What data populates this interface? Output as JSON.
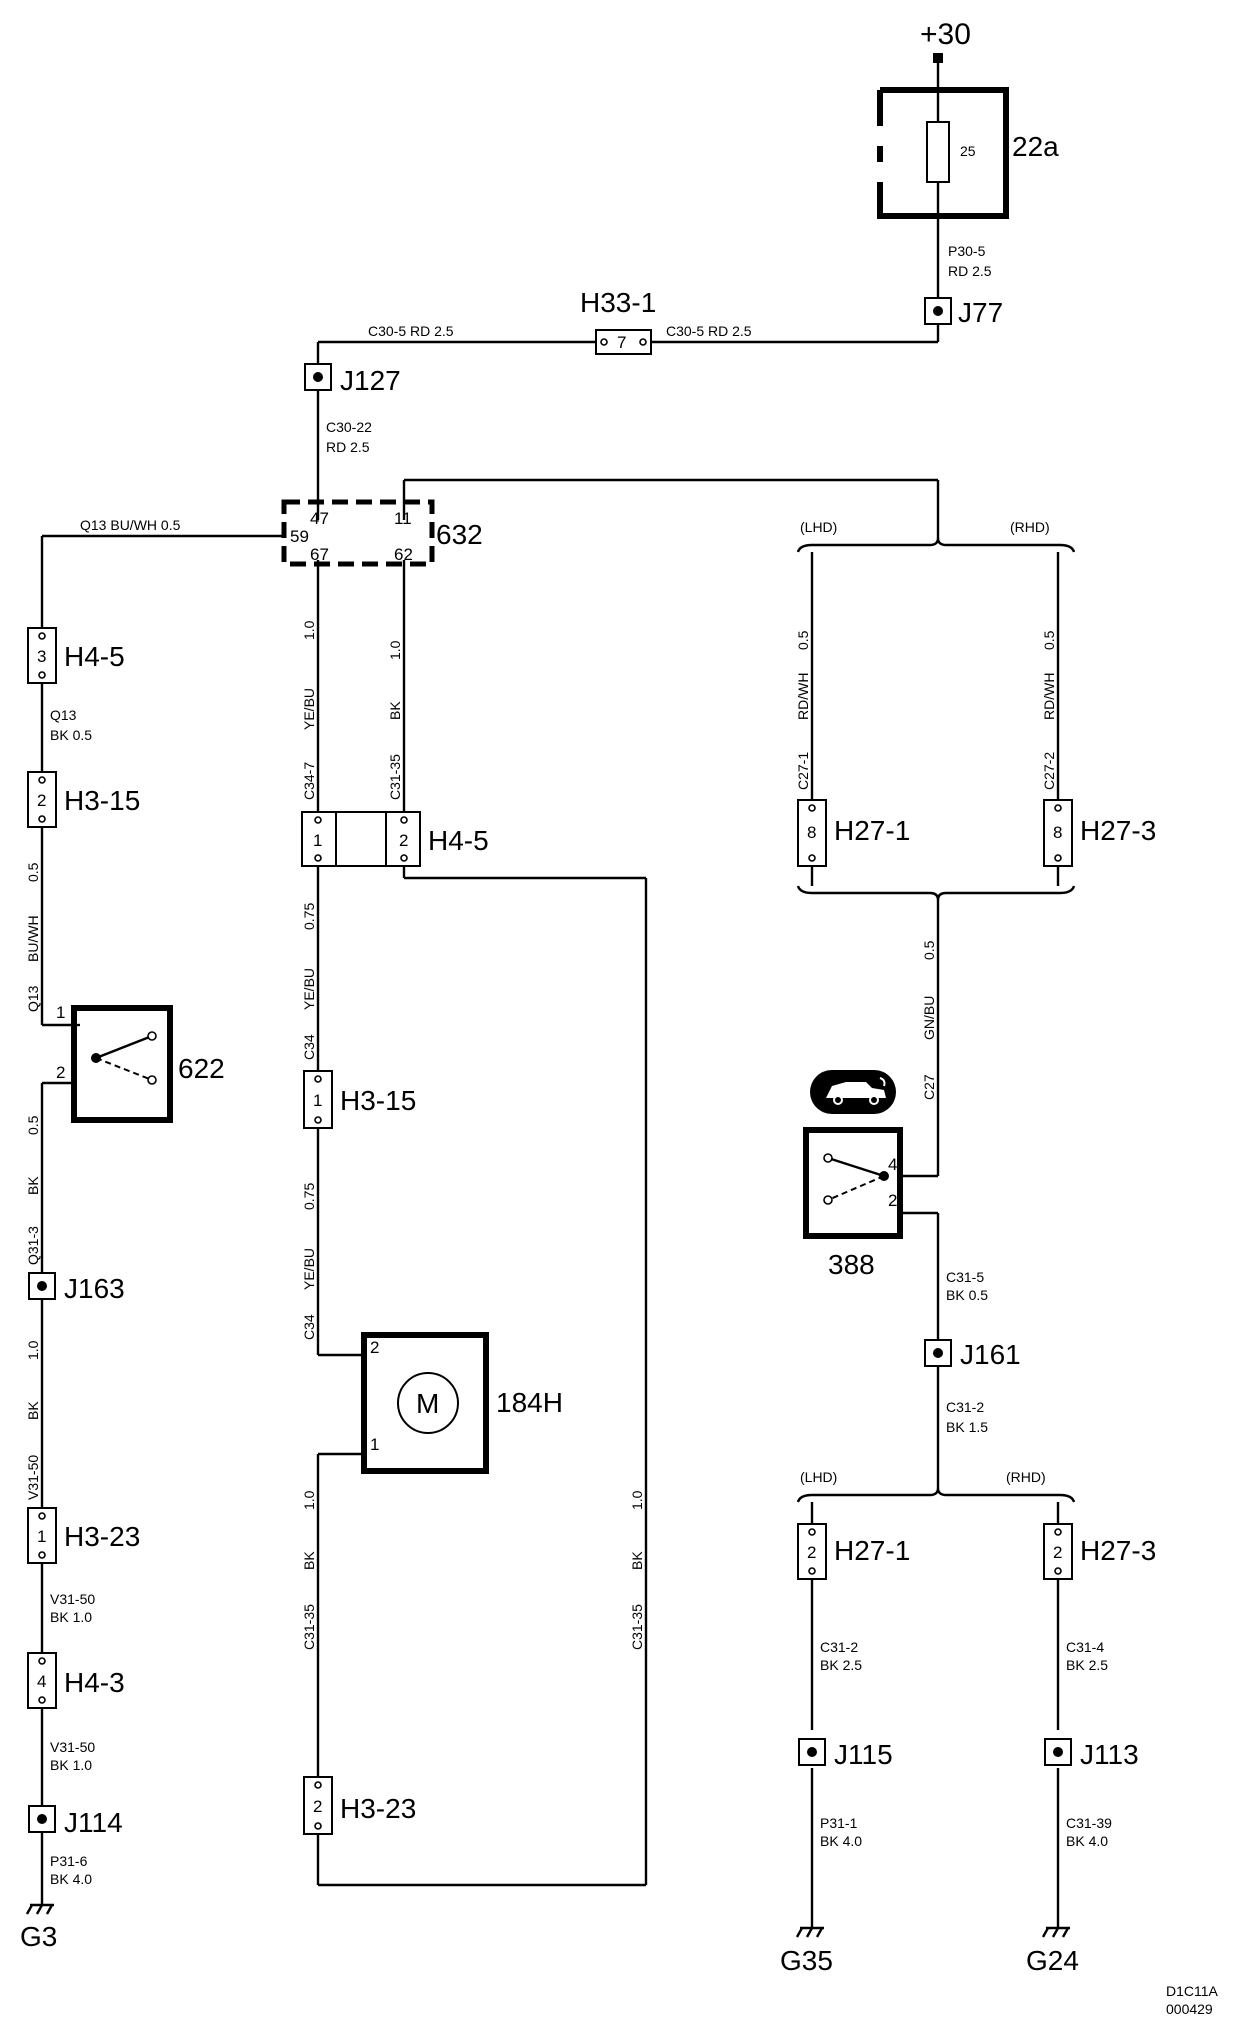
{
  "supply": "+30",
  "fuse": {
    "id": "22a",
    "rating": "25"
  },
  "junctions": {
    "j77": "J77",
    "j127": "J127",
    "j163": "J163",
    "j114": "J114",
    "j161": "J161",
    "j115": "J115",
    "j113": "J113"
  },
  "components": {
    "c632": {
      "id": "632",
      "pins": {
        "p47": "47",
        "p11": "11",
        "p59": "59",
        "p67": "67",
        "p62": "62"
      }
    },
    "c622": {
      "id": "622",
      "pins": {
        "p1": "1",
        "p2": "2"
      }
    },
    "motor": {
      "id": "184H",
      "symbol": "M",
      "pins": {
        "p1": "1",
        "p2": "2"
      }
    },
    "c388": {
      "id": "388",
      "pins": {
        "p4": "4",
        "p2": "2"
      }
    }
  },
  "connectors": {
    "h33_1": {
      "id": "H33-1",
      "pin": "7"
    },
    "h4_5_left": {
      "id": "H4-5",
      "pin": "3"
    },
    "h3_15_left": {
      "id": "H3-15",
      "pin": "2"
    },
    "h4_5_mid": {
      "id": "H4-5",
      "pin1": "1",
      "pin2": "2"
    },
    "h3_15_mid": {
      "id": "H3-15",
      "pin": "1"
    },
    "h3_23_left": {
      "id": "H3-23",
      "pin": "1"
    },
    "h4_3": {
      "id": "H4-3",
      "pin": "4"
    },
    "h3_23_mid": {
      "id": "H3-23",
      "pin": "2"
    },
    "h27_1_top": {
      "id": "H27-1",
      "pin": "8"
    },
    "h27_3_top": {
      "id": "H27-3",
      "pin": "8"
    },
    "h27_1_bot": {
      "id": "H27-1",
      "pin": "2"
    },
    "h27_3_bot": {
      "id": "H27-3",
      "pin": "2"
    }
  },
  "variants": {
    "lhd": "(LHD)",
    "rhd": "(RHD)"
  },
  "wires": {
    "p30_5": {
      "code": "P30-5",
      "spec": "RD   2.5"
    },
    "c30_5_right": "C30-5     RD     2.5",
    "c30_5_left": "C30-5     RD     2.5",
    "c30_22": {
      "code": "C30-22",
      "spec": "RD   2.5"
    },
    "q13_top": "Q13     BU/WH     0.5",
    "q13_bk": {
      "code": "Q13",
      "spec": "BK     0.5"
    },
    "q13_buwh": {
      "code": "Q13",
      "color": "BU/WH",
      "size": "0.5"
    },
    "q31_3": {
      "code": "Q31-3",
      "color": "BK",
      "size": "0.5"
    },
    "v31_50_a": {
      "code": "V31-50",
      "color": "BK",
      "size": "1.0"
    },
    "v31_50_b": {
      "code": "V31-50",
      "spec": "BK    1.0"
    },
    "v31_50_c": {
      "code": "V31-50",
      "spec": "BK    1.0"
    },
    "p31_6": {
      "code": "P31-6",
      "spec": "BK    4.0"
    },
    "c34_7": {
      "code": "C34-7",
      "color": "YE/BU",
      "size": "1.0"
    },
    "c31_35_top": {
      "code": "C31-35",
      "color": "BK",
      "size": "1.0"
    },
    "c34_a": {
      "code": "C34",
      "color": "YE/BU",
      "size": "0.75"
    },
    "c34_b": {
      "code": "C34",
      "color": "YE/BU",
      "size": "0.75"
    },
    "c31_35_mid": {
      "code": "C31-35",
      "color": "BK",
      "size": "1.0"
    },
    "c31_35_right": {
      "code": "C31-35",
      "color": "BK",
      "size": "1.0"
    },
    "c27_1": {
      "code": "C27-1",
      "color": "RD/WH",
      "size": "0.5"
    },
    "c27_2": {
      "code": "C27-2",
      "color": "RD/WH",
      "size": "0.5"
    },
    "c27": {
      "code": "C27",
      "color": "GN/BU",
      "size": "0.5"
    },
    "c31_5": {
      "code": "C31-5",
      "spec": "BK   0.5"
    },
    "c31_2_a": {
      "code": "C31-2",
      "spec": "BK   1.5"
    },
    "c31_2_b": {
      "code": "C31-2",
      "spec": "BK    2.5"
    },
    "c31_4": {
      "code": "C31-4",
      "spec": "BK    2.5"
    },
    "p31_1": {
      "code": "P31-1",
      "spec": "BK    4.0"
    },
    "c31_39": {
      "code": "C31-39",
      "spec": "BK    4.0"
    }
  },
  "grounds": {
    "g3": "G3",
    "g35": "G35",
    "g24": "G24"
  },
  "footer": {
    "line1": "D1C11A",
    "line2": "000429"
  }
}
